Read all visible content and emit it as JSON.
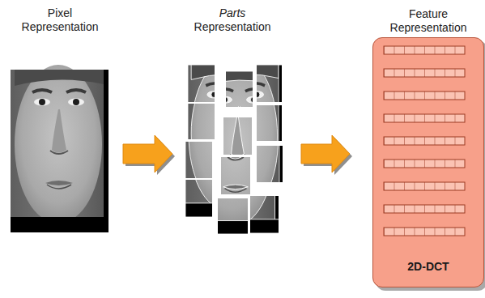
{
  "diagram": {
    "nodes": [
      {
        "text": [
          "Pixel Representation"
        ]
      },
      {
        "text": [
          "Parts Representation"
        ]
      },
      {
        "text": [
          "Feature Representation",
          "2D-DCT"
        ]
      }
    ],
    "edges": [
      {
        "from": 0,
        "to": 1,
        "arrow": "to"
      },
      {
        "from": 1,
        "to": 2,
        "arrow": "to"
      }
    ]
  }
}
